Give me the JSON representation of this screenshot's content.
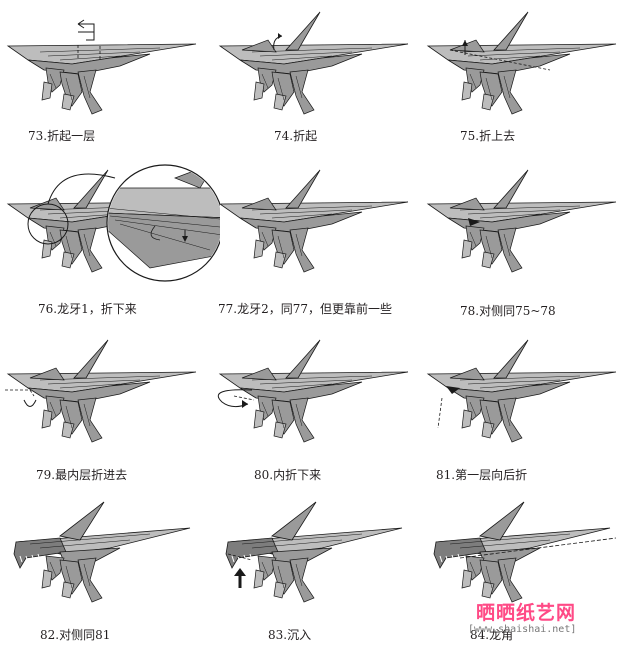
{
  "steps": [
    {
      "caption": "73.折起一层"
    },
    {
      "caption": "74.折起"
    },
    {
      "caption": "75.折上去"
    },
    {
      "caption": "76.龙牙1，折下来"
    },
    {
      "caption": "77.龙牙2，同77，但更靠前一些"
    },
    {
      "caption": "78.对侧同75~78"
    },
    {
      "caption": "79.最内层折进去"
    },
    {
      "caption": "80.内折下来"
    },
    {
      "caption": "81.第一层向后折"
    },
    {
      "caption": "82.对侧同81"
    },
    {
      "caption": "83.沉入"
    },
    {
      "caption": "84.龙角"
    }
  ],
  "watermark": {
    "brand": "晒晒纸艺网",
    "url": "[www.shaishai.net]"
  },
  "colors": {
    "paper": "#9a9a9a",
    "paper_dark": "#7d7d7d",
    "paper_light": "#bdbdbd",
    "line": "#1a1a1a",
    "watermark": "#ff4a86"
  }
}
